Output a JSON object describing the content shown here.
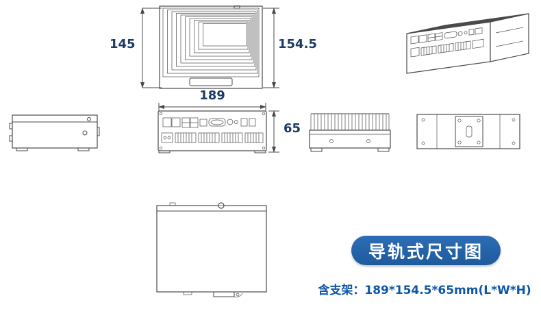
{
  "colors": {
    "background": "#ffffff",
    "line": "#4a4a4a",
    "dimension_text": "#1b3a66",
    "badge_background": "#2e6db4",
    "badge_text": "#ffffff",
    "footer_text": "#0d57a7"
  },
  "dimensions": {
    "top_view_height_left": "145",
    "top_view_height_right": "154.5",
    "front_view_width": "189",
    "front_view_height": "65"
  },
  "badge": {
    "label": "导轨式尺寸图"
  },
  "footer": {
    "label": "含支架：189*154.5*65mm(L*W*H)"
  }
}
